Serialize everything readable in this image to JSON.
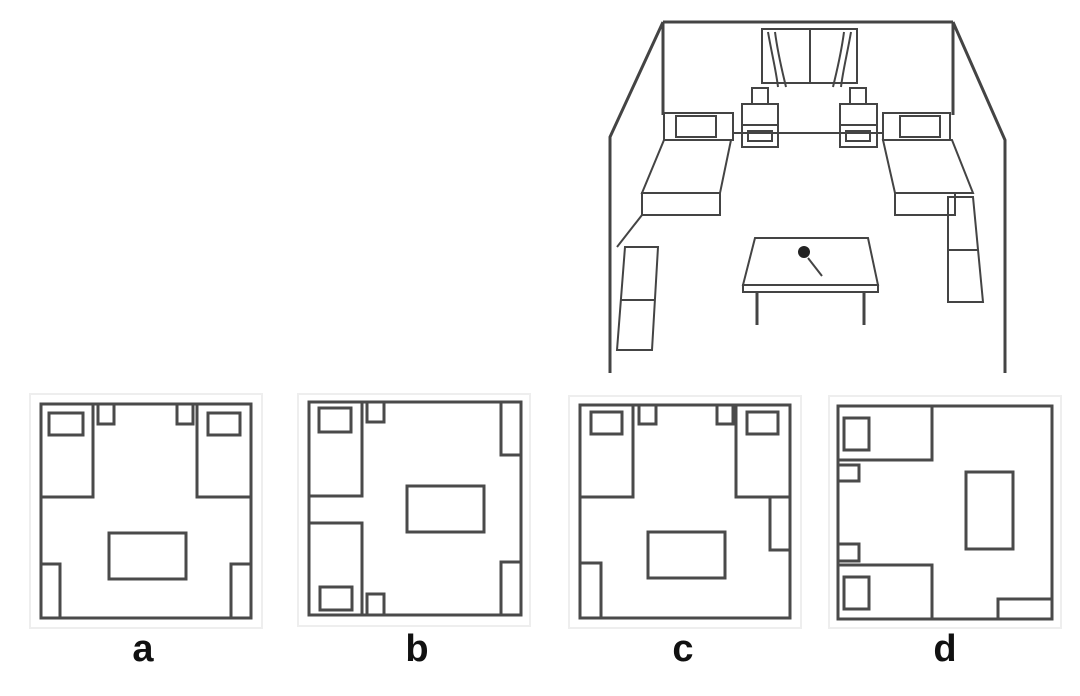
{
  "options": [
    {
      "label": "a"
    },
    {
      "label": "b"
    },
    {
      "label": "c"
    },
    {
      "label": "d"
    }
  ],
  "colors": {
    "line": "#444444",
    "background": "#ffffff"
  }
}
